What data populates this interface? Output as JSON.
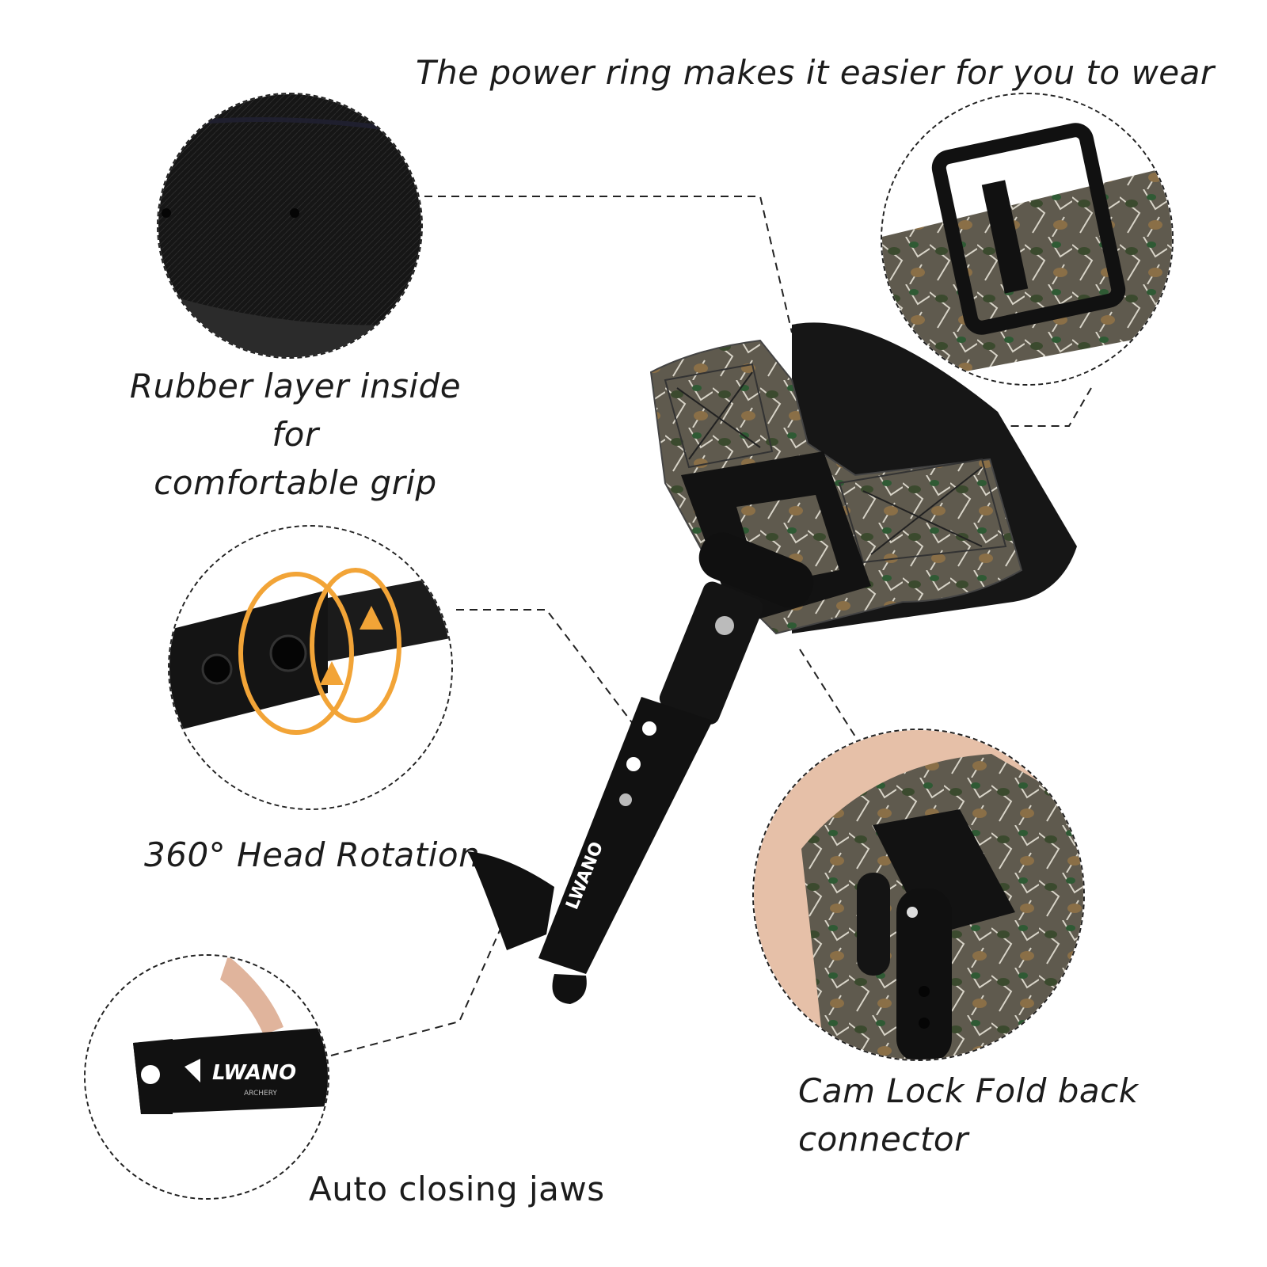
{
  "labels": {
    "top": "The power ring makes it easier for you to wear",
    "rubber": "Rubber layer inside for\ncomfortable grip",
    "rotation": "360° Head Rotation",
    "cam": "Cam Lock Fold back\nconnector",
    "jaws": "Auto closing jaws"
  },
  "product": {
    "brand": "LWANO",
    "brand_sub": "ARCHERY"
  },
  "colors": {
    "camo_base": "#5f5a4e",
    "metal_black": "#121212",
    "rotation_arrow": "#f2a437",
    "skin": "#e6c0a8"
  }
}
